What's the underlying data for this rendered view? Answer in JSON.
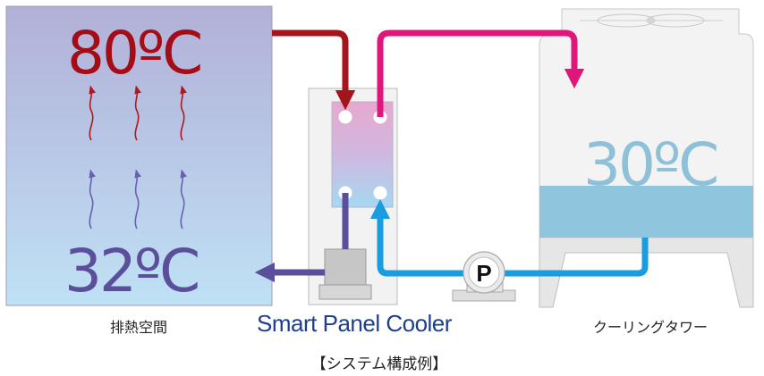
{
  "exhaust_space": {
    "hot_temp": "80ºC",
    "cool_temp": "32ºC",
    "label": "排熱空間"
  },
  "cooler": {
    "brand": "Smart Panel Cooler"
  },
  "cooling_tower": {
    "water_temp": "30ºC",
    "label": "クーリングタワー"
  },
  "pump": {
    "letter": "P"
  },
  "caption": "【システム構成例】",
  "colors": {
    "hot_text": "#a40c16",
    "cool_text": "#5b4f9b",
    "tower_text": "#8ec1d8",
    "hot_pipe": "#a4141c",
    "pink_pipe": "#e0177a",
    "blue_pipe": "#1a9ce0",
    "purple_pipe": "#5b4f9b",
    "brand_text": "#1e3f8f"
  },
  "icons": [
    "heat-rise-arrow-icon",
    "fan-icon",
    "pump-icon",
    "flow-arrow-icon"
  ]
}
